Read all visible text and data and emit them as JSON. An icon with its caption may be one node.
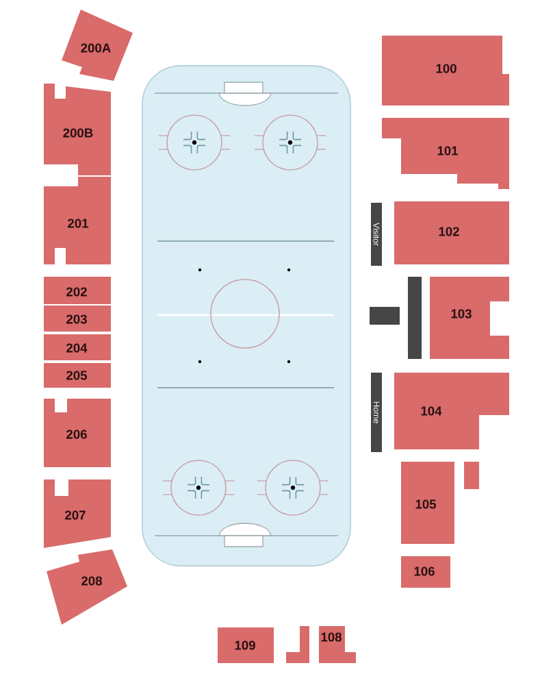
{
  "diagram": {
    "nodes": [
      {
        "text": [
          "200A"
        ]
      },
      {
        "text": [
          "200B"
        ]
      },
      {
        "text": [
          "201"
        ]
      },
      {
        "text": [
          "202"
        ]
      },
      {
        "text": [
          "203"
        ]
      },
      {
        "text": [
          "204"
        ]
      },
      {
        "text": [
          "205"
        ]
      },
      {
        "text": [
          "206"
        ]
      },
      {
        "text": [
          "207"
        ]
      },
      {
        "text": [
          "208"
        ]
      },
      {
        "text": [
          "100"
        ]
      },
      {
        "text": [
          "101"
        ]
      },
      {
        "text": [
          "Visitor"
        ]
      },
      {
        "text": [
          "102"
        ]
      },
      {
        "text": [],
        "shape": "bar"
      },
      {
        "text": [],
        "shape": "bar"
      },
      {
        "text": [
          "103"
        ]
      },
      {
        "text": [
          "Home"
        ]
      },
      {
        "text": [
          "104"
        ]
      },
      {
        "text": [
          "105"
        ]
      },
      {
        "text": [],
        "shape": "box"
      },
      {
        "text": [
          "106"
        ]
      },
      {
        "text": [
          "109"
        ]
      },
      {
        "text": [],
        "shape": "box"
      },
      {
        "text": [
          "108"
        ]
      }
    ]
  }
}
